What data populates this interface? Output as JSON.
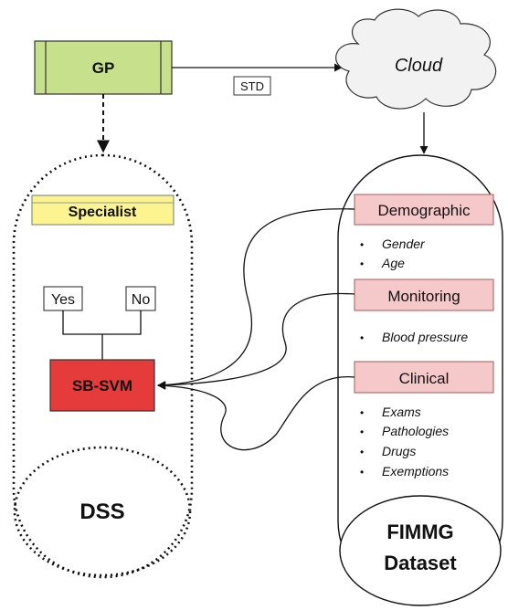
{
  "nodes": {
    "gp": "GP",
    "cloud": "Cloud",
    "std": "STD",
    "specialist": "Specialist",
    "yes": "Yes",
    "no": "No",
    "sbsvm": "SB-SVM",
    "dss": "DSS",
    "dataset_line1": "FIMMG",
    "dataset_line2": "Dataset"
  },
  "groups": {
    "demographic": {
      "label": "Demographic",
      "items": [
        "Gender",
        "Age"
      ]
    },
    "monitoring": {
      "label": "Monitoring",
      "items": [
        "Blood pressure"
      ]
    },
    "clinical": {
      "label": "Clinical",
      "items": [
        "Exams",
        "Pathologies",
        "Drugs",
        "Exemptions"
      ]
    }
  },
  "colors": {
    "gp_fill": "#c6e08c",
    "specialist_fill": "#fbf490",
    "sbsvm_fill": "#e53b3b",
    "group_fill": "#f5c9c9",
    "group_stroke": "#b07272",
    "stroke": "#111111"
  }
}
